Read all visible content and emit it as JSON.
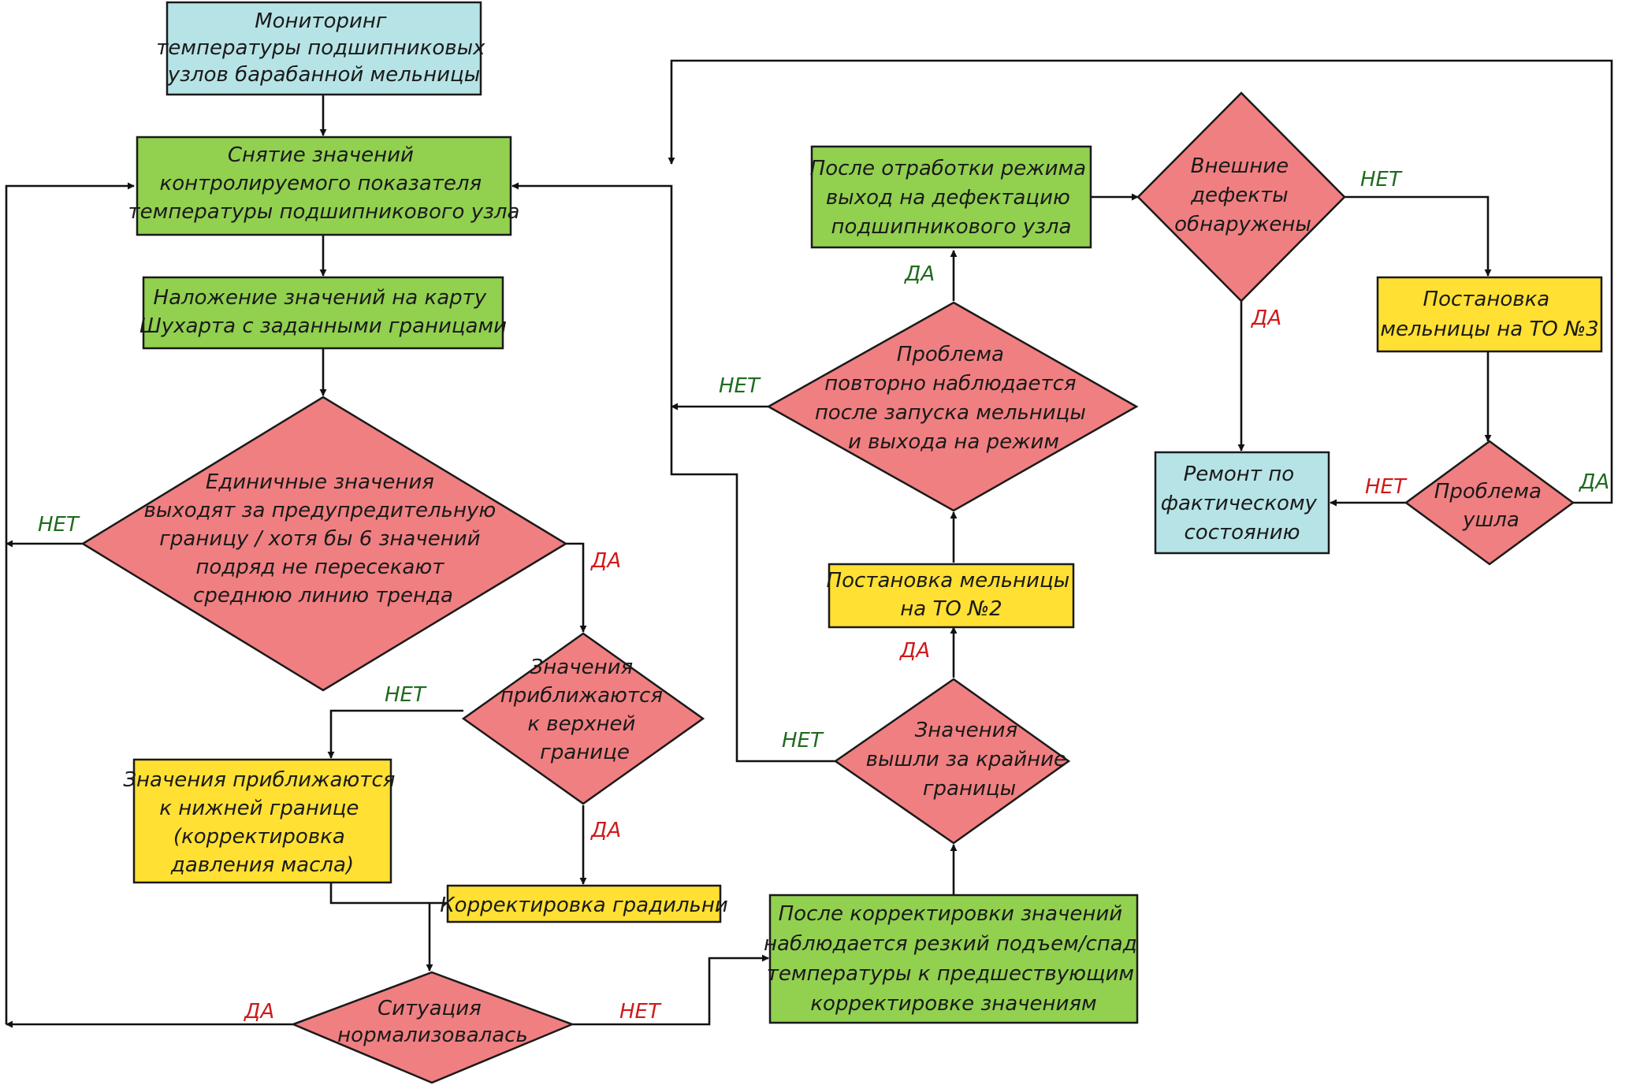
{
  "colors": {
    "start": "#b6e3e6",
    "process": "#92d050",
    "action": "#ffe033",
    "decision": "#f07f81",
    "yes_label": "#d01a1a",
    "no_label": "#1f6b1f"
  },
  "labels": {
    "yes": "ДА",
    "no": "НЕТ"
  },
  "nodes": {
    "monitoring": [
      "Мониторинг",
      "температуры подшипниковых",
      "узлов барабанной мельницы"
    ],
    "measure": [
      "Снятие значений",
      "контролируемого показателя",
      "температуры подшипникового узла"
    ],
    "shewhart": [
      "Наложение значений на карту",
      "Шухарта с заданными границами"
    ],
    "single_values": [
      "Единичные значения",
      "выходят за предупредительную",
      "границу / хотя бы 6 значений",
      "подряд не пересекают",
      "среднюю линию тренда"
    ],
    "upper_bound": [
      "Значения",
      "приближаются",
      "к верхней",
      "границе"
    ],
    "lower_bound": [
      "Значения приближаются",
      "к нижней границе",
      "(корректировка",
      "давления масла)"
    ],
    "gradilnya": [
      "Корректировка градильни"
    ],
    "normalized": [
      "Ситуация",
      "нормализовалась"
    ],
    "sharp_change": [
      "После корректировки значений",
      "наблюдается резкий подъем/спад",
      "температуры к предшествующим",
      "корректировке значениям"
    ],
    "out_of_bounds": [
      "Значения",
      "вышли за крайние",
      "границы"
    ],
    "to2": [
      "Постановка мельницы",
      "на ТО №2"
    ],
    "repeat": [
      "Проблема",
      "повторно наблюдается",
      "после запуска мельницы",
      "и выхода на режим"
    ],
    "defect": [
      "После отработки режима",
      "выход на дефектацию",
      "подшипникового узла"
    ],
    "external": [
      "Внешние",
      "дефекты",
      "обнаружены"
    ],
    "to3": [
      "Постановка",
      "мельницы на ТО №3"
    ],
    "repair": [
      "Ремонт по",
      "фактическому",
      "состоянию"
    ],
    "problem_gone": [
      "Проблема",
      "ушла"
    ]
  }
}
